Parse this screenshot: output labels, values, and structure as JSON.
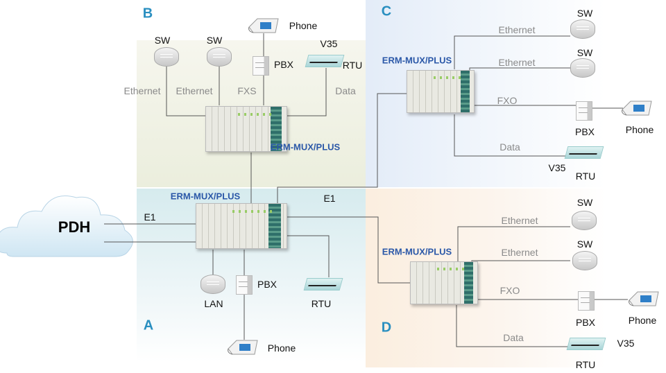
{
  "zones": {
    "a": "A",
    "b": "B",
    "c": "C",
    "d": "D"
  },
  "cloud": {
    "label": "PDH"
  },
  "mux_label": "ERM-MUX/PLUS",
  "site_b": {
    "sw1": "SW",
    "sw2": "SW",
    "phone": "Phone",
    "pbx": "PBX",
    "v35": "V35",
    "rtu": "RTU",
    "eth1": "Ethernet",
    "eth2": "Ethernet",
    "fxs": "FXS",
    "data": "Data",
    "mux": "ERM-MUX/PLUS"
  },
  "site_a": {
    "mux": "ERM-MUX/PLUS",
    "e1_left": "E1",
    "e1_right": "E1",
    "lan": "LAN",
    "pbx": "PBX",
    "rtu": "RTU",
    "phone": "Phone"
  },
  "site_c": {
    "mux": "ERM-MUX/PLUS",
    "sw1": "SW",
    "sw2": "SW",
    "eth1": "Ethernet",
    "eth2": "Ethernet",
    "fxo": "FXO",
    "pbx": "PBX",
    "phone": "Phone",
    "data": "Data",
    "v35": "V35",
    "rtu": "RTU"
  },
  "site_d": {
    "mux": "ERM-MUX/PLUS",
    "sw1": "SW",
    "sw2": "SW",
    "eth1": "Ethernet",
    "eth2": "Ethernet",
    "fxo": "FXO",
    "pbx": "PBX",
    "phone": "Phone",
    "data": "Data",
    "v35": "V35",
    "rtu": "RTU"
  },
  "colors": {
    "zone_label": "#2a8fc0",
    "mux_label": "#2b58a8",
    "link_label": "#8a8a8a",
    "line": "#555555"
  }
}
